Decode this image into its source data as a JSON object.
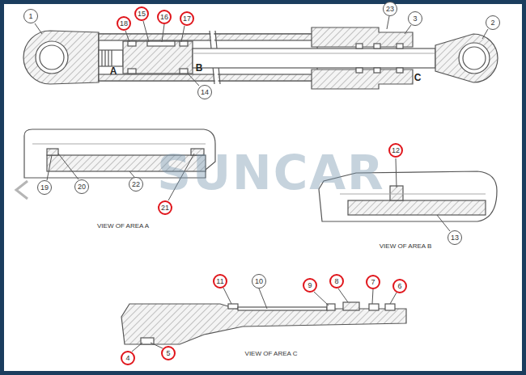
{
  "diagram": {
    "labels": [
      "1",
      "18",
      "15",
      "16",
      "17",
      "23",
      "3",
      "2",
      "A",
      "B",
      "C",
      "14",
      "19",
      "20",
      "22",
      "21",
      "VIEW OF AREA A",
      "12",
      "13",
      "VIEW OF AREA B",
      "11",
      "10",
      "9",
      "8",
      "7",
      "6",
      "4",
      "5",
      "VIEW OF AREA C",
      "SUNCAR"
    ]
  }
}
